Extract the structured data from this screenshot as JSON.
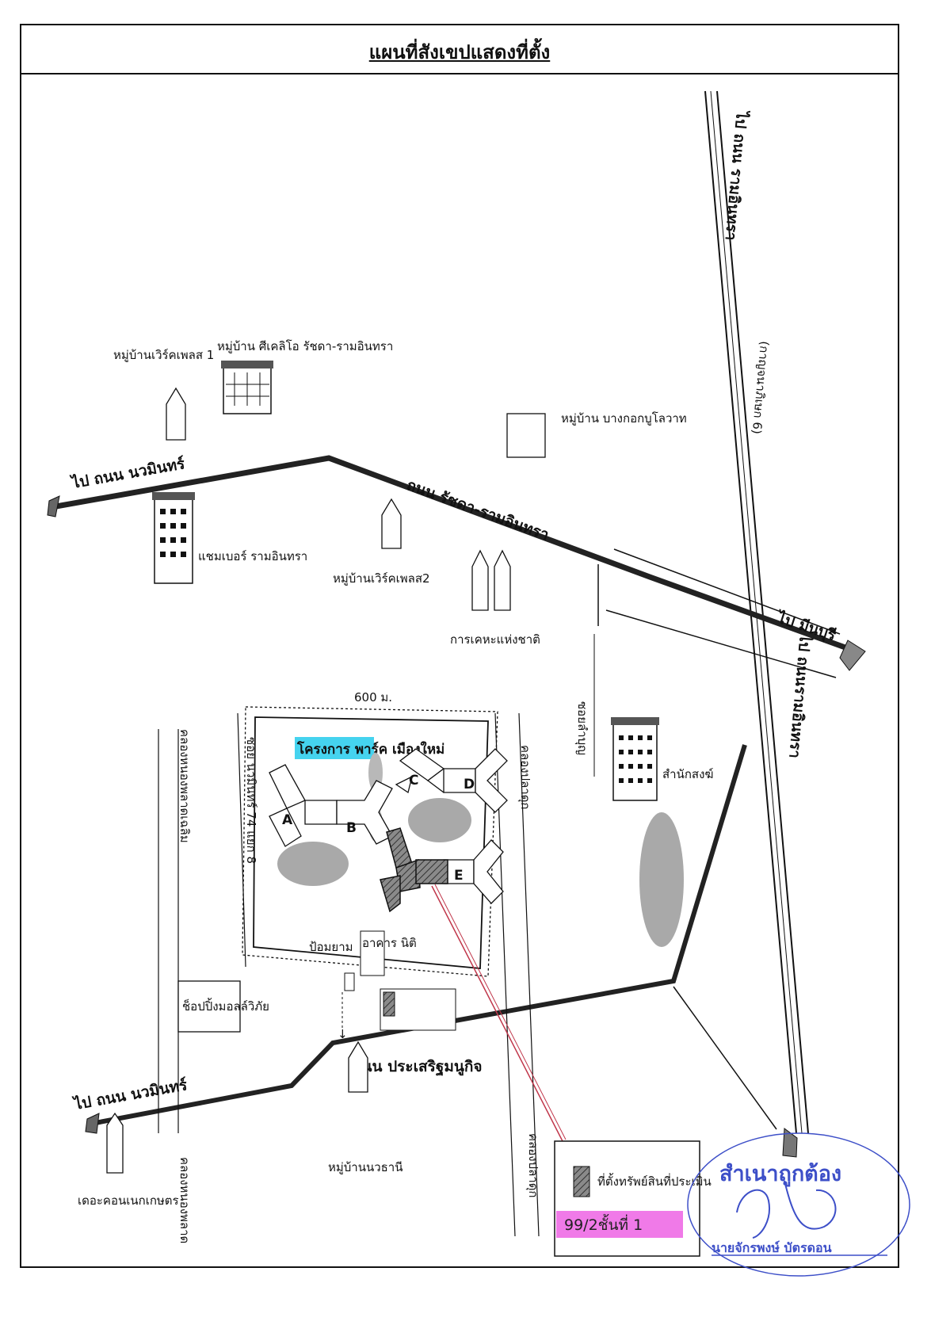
{
  "title": "แผนที่สังเขปแสดงที่ตั้ง",
  "roads": {
    "ramintra_road_top": "ไป ถนน รามอินทรา",
    "ramintra_road_bottom": "ไป ถนนรามอินทรา",
    "ramintra_km": "(กาญจนาภิเษก 6)",
    "nawamin_upper": "ไป ถนน นวมินทร์",
    "nawamin_lower": "ไป ถนน นวมินทร์",
    "ratchada_ramintra": "ถนน รัชดา-รามอินทรา",
    "min_buri": "ไป มีนบุรี",
    "prasert": "ถนน ประเสริฐมนูกิจ",
    "soi_nawamin_74": "ซอย นวมินทร์ 74 แยก 8",
    "khlong_left": "คลองหนองพลาดเฉลิม",
    "khlong_left_bottom": "คลองหนองพลาด",
    "khlong_right": "คลองปลาดุก",
    "khlong_right_bottom": "คลองปลาดุก",
    "soi_vertical": "ซอยลำบุญ"
  },
  "places": {
    "village_works_1": "หมู่บ้านเวิร์คเพลส 1",
    "village_city_home": "หมู่บ้าน ศีเคลิโอ รัชดา-รามอินทรา",
    "village_bangkok": "หมู่บ้าน บางกอกบูโลวาท",
    "chamber": "แชมเบอร์ รามอินทรา",
    "village_works_2": "หมู่บ้านเวิร์คเพลส2",
    "national_housing": "การเคหะแห่งชาติ",
    "office": "สำนักสงฆ์",
    "condo_nawamin": "เดอะคอนเนกเกษตร",
    "village_nawamin": "หมู่บ้านนวธานี",
    "shop": "ช็อปปิ้งมอลล์วิภัย",
    "guard": "ป้อมยาม",
    "center": "อาคาร\nนิติ",
    "project": "โครงการ พาร์ค เมืองใหม่"
  },
  "project": {
    "dimension": "600 ม.",
    "buildings": [
      "A",
      "B",
      "C",
      "D",
      "E"
    ]
  },
  "legend": {
    "text": "ที่ตั้งทรัพย์สินที่ประเมิน",
    "unit": "99/2ชั้นที่ 1"
  },
  "stamp": {
    "title": "สำเนาถูกต้อง",
    "name": "นายจักรพงษ์ บัตรดอน"
  },
  "colors": {
    "highlight_cyan": "#45d3ef",
    "highlight_pink": "#f07ae8",
    "stamp_blue": "#3d4fc8",
    "leader_line": "#c0364a"
  }
}
